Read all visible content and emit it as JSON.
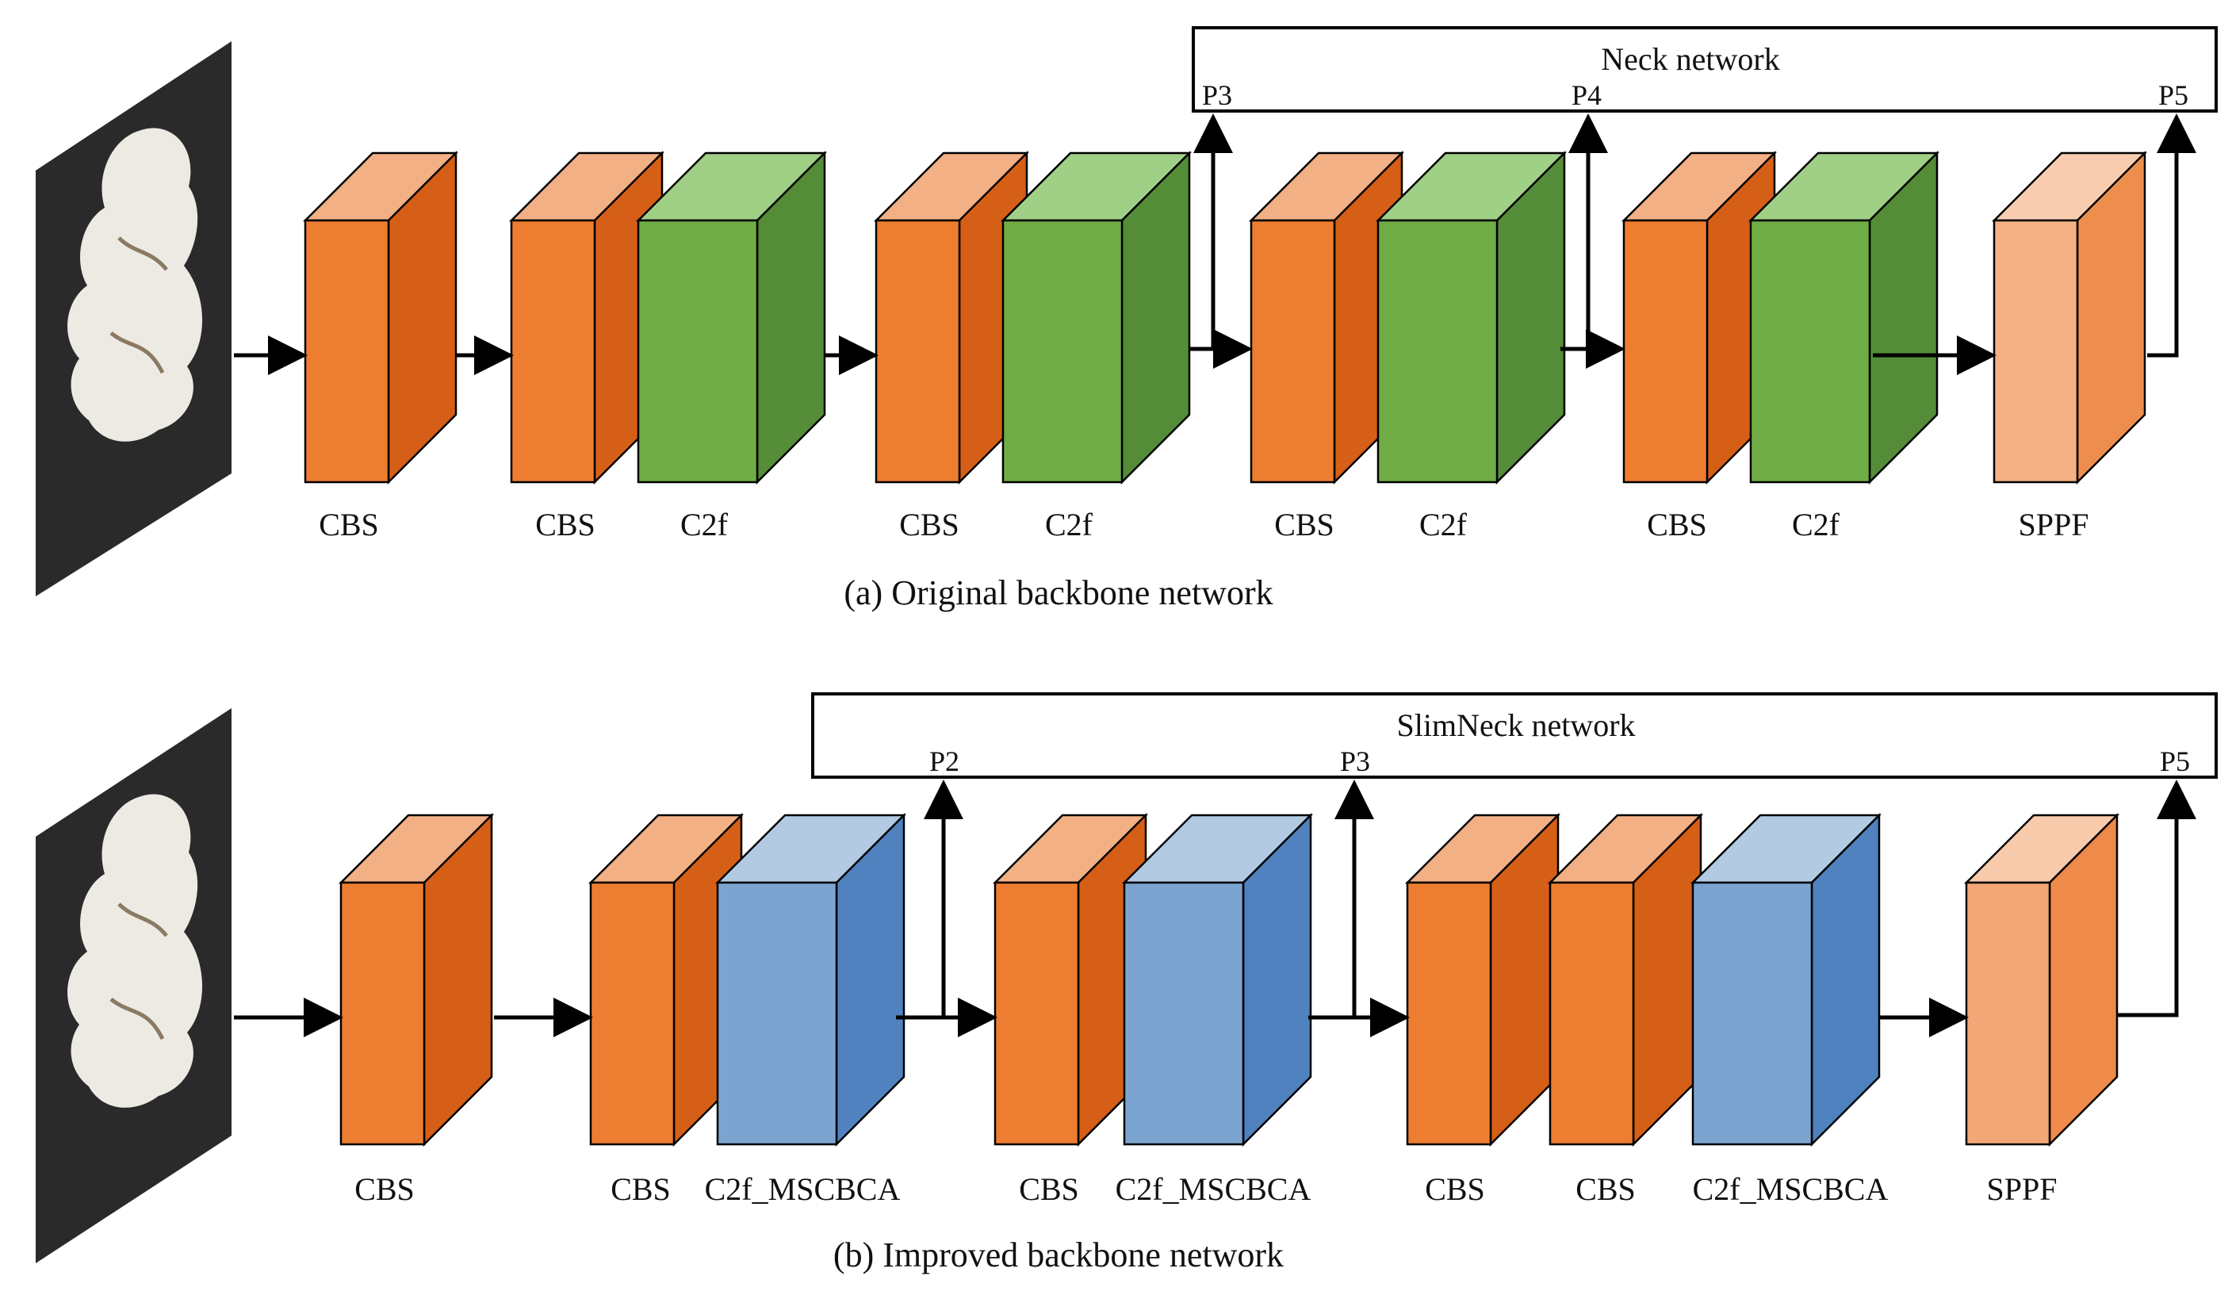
{
  "colors": {
    "cbs": {
      "front": "#ED7D31",
      "side": "#D65F18",
      "top": "#F3B085"
    },
    "c2f": {
      "front": "#70AD47",
      "side": "#548C38",
      "top": "#A0CF86"
    },
    "mscbca": {
      "front": "#7BA4D0",
      "side": "#4F82BE",
      "top": "#B3CAE3"
    },
    "sppf_a": {
      "front": "#F4B183",
      "side": "#EE8E4E",
      "top": "#F8CDAF"
    },
    "sppf_b": {
      "front": "#F4A776",
      "side": "#EE8A4A",
      "top": "#F8CBAC"
    },
    "line": "#000000",
    "input_bg": "#2a2a2a",
    "cotton": "#ECEAE3"
  },
  "panel_a": {
    "caption": "(a) Original backbone network",
    "neck_title": "Neck network",
    "taps": [
      "P3",
      "P4",
      "P5"
    ],
    "blocks": [
      {
        "type": "cbs",
        "label": "CBS"
      },
      {
        "type": "cbs",
        "label": "CBS"
      },
      {
        "type": "c2f",
        "label": "C2f"
      },
      {
        "type": "cbs",
        "label": "CBS"
      },
      {
        "type": "c2f",
        "label": "C2f"
      },
      {
        "type": "cbs",
        "label": "CBS"
      },
      {
        "type": "c2f",
        "label": "C2f"
      },
      {
        "type": "cbs",
        "label": "CBS"
      },
      {
        "type": "c2f",
        "label": "C2f"
      },
      {
        "type": "sppf_a",
        "label": "SPPF"
      }
    ]
  },
  "panel_b": {
    "caption": "(b) Improved backbone network",
    "neck_title": "SlimNeck network",
    "taps": [
      "P2",
      "P3",
      "P5"
    ],
    "blocks": [
      {
        "type": "cbs",
        "label": "CBS"
      },
      {
        "type": "cbs",
        "label": "CBS"
      },
      {
        "type": "mscbca",
        "label": "C2f_MSCBCA"
      },
      {
        "type": "cbs",
        "label": "CBS"
      },
      {
        "type": "mscbca",
        "label": "C2f_MSCBCA"
      },
      {
        "type": "cbs",
        "label": "CBS"
      },
      {
        "type": "cbs",
        "label": "CBS"
      },
      {
        "type": "mscbca",
        "label": "C2f_MSCBCA"
      },
      {
        "type": "sppf_b",
        "label": "SPPF"
      }
    ]
  }
}
